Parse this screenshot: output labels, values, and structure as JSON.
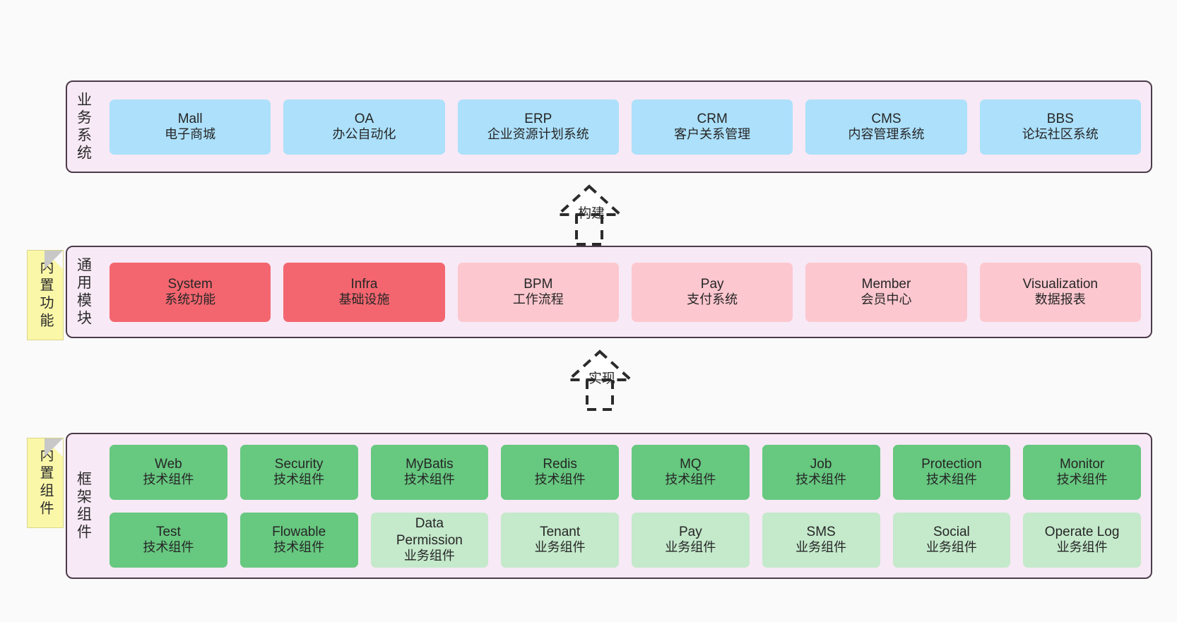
{
  "diagram": {
    "background_color": "#fafafa",
    "panel_color": "#f7e9f5",
    "panel_border_color": "#4d3b4a",
    "note_color": "#fbf7a8"
  },
  "layers": [
    {
      "id": "business",
      "title": "业务系统",
      "note": null,
      "rows": [
        {
          "style": "blue",
          "color": "#ace0fb",
          "cards": [
            {
              "title": "Mall",
              "sub": "电子商城"
            },
            {
              "title": "OA",
              "sub": "办公自动化"
            },
            {
              "title": "ERP",
              "sub": "企业资源计划系统"
            },
            {
              "title": "CRM",
              "sub": "客户关系管理"
            },
            {
              "title": "CMS",
              "sub": "内容管理系统"
            },
            {
              "title": "BBS",
              "sub": "论坛社区系统"
            }
          ]
        }
      ]
    },
    {
      "id": "common",
      "title": "通用模块",
      "note": "内置功能",
      "rows": [
        {
          "style": "mixed-red",
          "cards": [
            {
              "title": "System",
              "sub": "系统功能",
              "style": "redhi",
              "color": "#f4666f"
            },
            {
              "title": "Infra",
              "sub": "基础设施",
              "style": "redhi",
              "color": "#f4666f"
            },
            {
              "title": "BPM",
              "sub": "工作流程",
              "style": "redlo",
              "color": "#fdc7cf"
            },
            {
              "title": "Pay",
              "sub": "支付系统",
              "style": "redlo",
              "color": "#fdc7cf"
            },
            {
              "title": "Member",
              "sub": "会员中心",
              "style": "redlo",
              "color": "#fdc7cf"
            },
            {
              "title": "Visualization",
              "sub": "数据报表",
              "style": "redlo",
              "color": "#fdc7cf"
            }
          ]
        }
      ]
    },
    {
      "id": "framework",
      "title": "框架组件",
      "note": "内置组件",
      "rows": [
        {
          "style": "grnhi",
          "color": "#67c880",
          "cards": [
            {
              "title": "Web",
              "sub": "技术组件"
            },
            {
              "title": "Security",
              "sub": "技术组件"
            },
            {
              "title": "MyBatis",
              "sub": "技术组件"
            },
            {
              "title": "Redis",
              "sub": "技术组件"
            },
            {
              "title": "MQ",
              "sub": "技术组件"
            },
            {
              "title": "Job",
              "sub": "技术组件"
            },
            {
              "title": "Protection",
              "sub": "技术组件"
            },
            {
              "title": "Monitor",
              "sub": "技术组件"
            }
          ]
        },
        {
          "style": "grnmix",
          "cards": [
            {
              "title": "Test",
              "sub": "技术组件",
              "style": "grnhi",
              "color": "#67c880"
            },
            {
              "title": "Flowable",
              "sub": "技术组件",
              "style": "grnhi",
              "color": "#67c880"
            },
            {
              "title": "Data Permission",
              "sub": "业务组件",
              "style": "grnlo",
              "color": "#c4e9cb"
            },
            {
              "title": "Tenant",
              "sub": "业务组件",
              "style": "grnlo",
              "color": "#c4e9cb"
            },
            {
              "title": "Pay",
              "sub": "业务组件",
              "style": "grnlo",
              "color": "#c4e9cb"
            },
            {
              "title": "SMS",
              "sub": "业务组件",
              "style": "grnlo",
              "color": "#c4e9cb"
            },
            {
              "title": "Social",
              "sub": "业务组件",
              "style": "grnlo",
              "color": "#c4e9cb"
            },
            {
              "title": "Operate Log",
              "sub": "业务组件",
              "style": "grnlo",
              "color": "#c4e9cb"
            }
          ]
        }
      ]
    }
  ],
  "connectors": [
    {
      "id": "build",
      "label": "构建"
    },
    {
      "id": "implement",
      "label": "实现"
    }
  ]
}
